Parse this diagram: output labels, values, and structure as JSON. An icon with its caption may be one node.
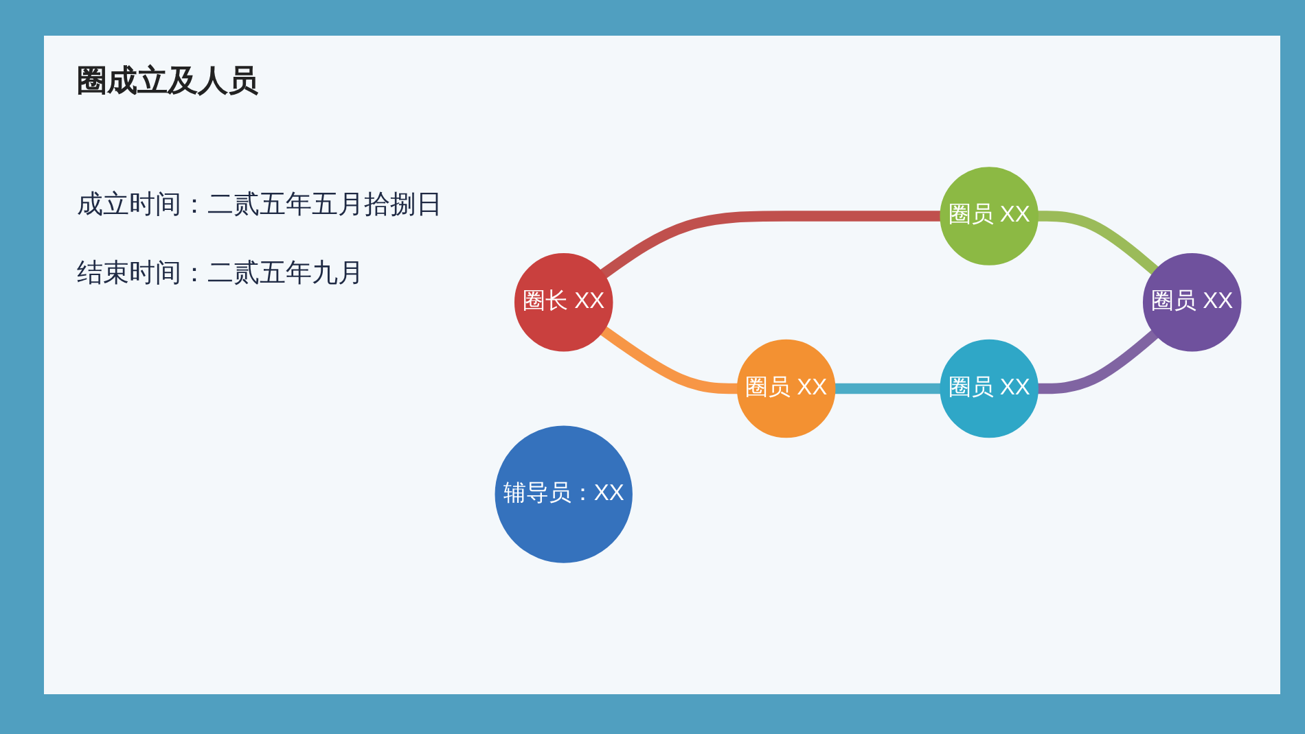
{
  "diagram": {
    "title": "圈成立及人员",
    "nodes": [
      {
        "text": [
          "圈长 XX"
        ]
      },
      {
        "text": [
          "圈员 XX"
        ]
      },
      {
        "text": [
          "圈员 XX"
        ]
      },
      {
        "text": [
          "辅导员：XX"
        ]
      },
      {
        "text": [
          "圈员 XX"
        ]
      },
      {
        "text": [
          "圈员 XX"
        ]
      }
    ],
    "edges": [
      {
        "from": 0,
        "to": 2,
        "arrow": "none",
        "color": "#c0504d"
      },
      {
        "from": 2,
        "to": 5,
        "arrow": "none",
        "color": "#9bbb59"
      },
      {
        "from": 4,
        "to": 5,
        "arrow": "none",
        "color": "#8064a2"
      },
      {
        "from": 1,
        "to": 4,
        "arrow": "none",
        "color": "#4bacc6"
      },
      {
        "from": 0,
        "to": 1,
        "arrow": "none",
        "color": "#f79646"
      }
    ],
    "labels": [
      "成立时间：二贰五年五月拾捌日",
      "结束时间：二贰五年九月"
    ]
  }
}
